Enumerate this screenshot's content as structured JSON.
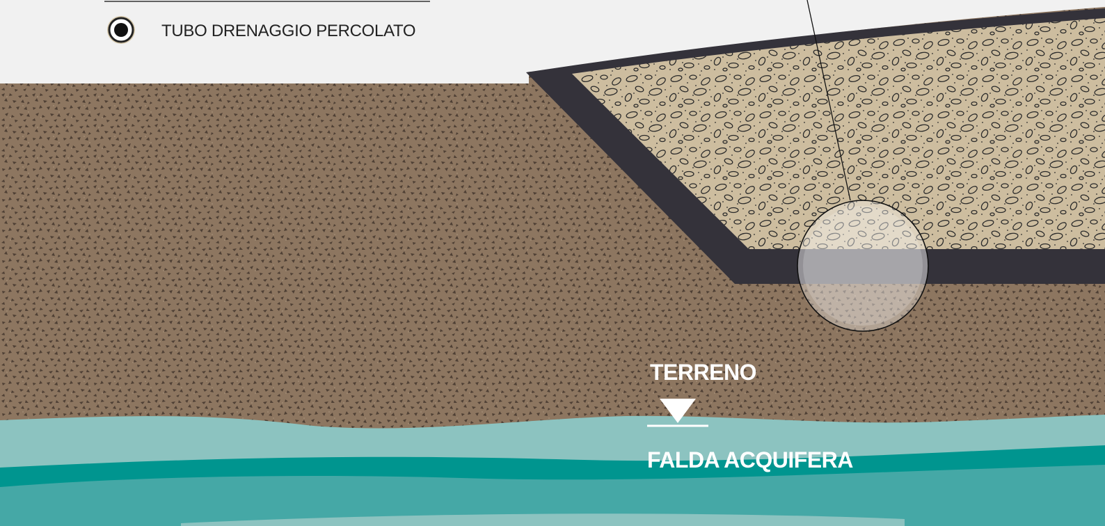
{
  "legend": {
    "pipe_label": "TUBO DRENAGGIO PERCOLATO",
    "pipe_icon": "pipe-section-icon"
  },
  "labels": {
    "soil": "TERRENO",
    "aquifer": "FALDA ACQUIFERA",
    "water_table_symbol": "water-table-triangle-icon"
  },
  "colors": {
    "background": "#f1f1f1",
    "soil": "#8d7660",
    "soil_speckle": "#4e3f34",
    "liner": "#34323a",
    "fill_gravel": "#cdbd9f",
    "water_light": "#8cc3c0",
    "water_dark": "#00958f",
    "water_mid": "#45a8a6"
  }
}
